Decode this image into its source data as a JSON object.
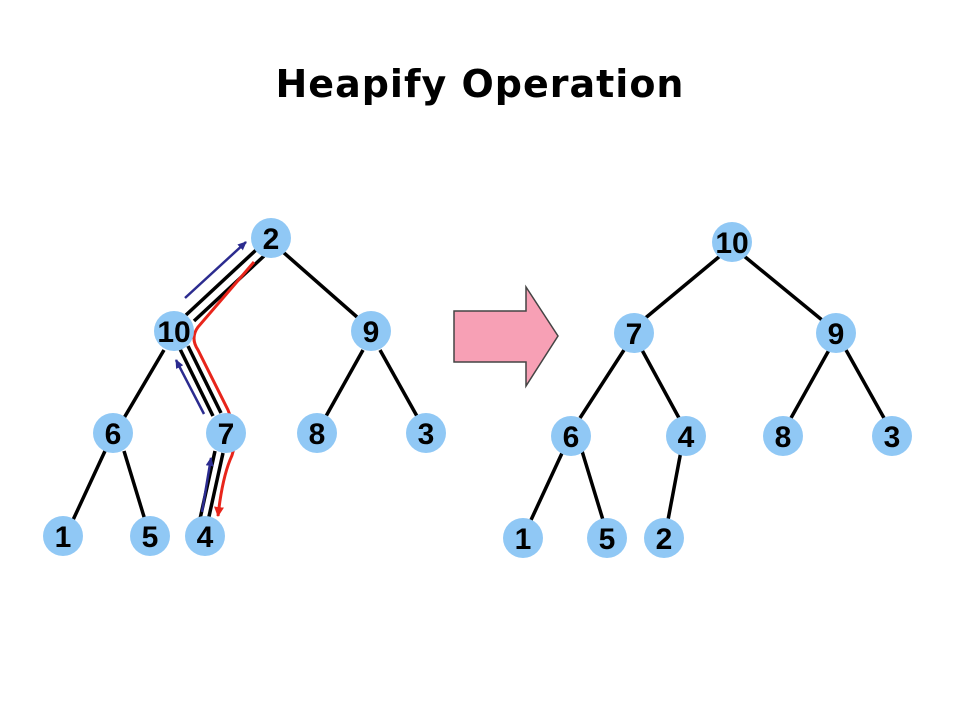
{
  "title": "Heapify Operation",
  "colors": {
    "node_fill": "#90c8f5",
    "edge": "#000000",
    "path_red": "#e8251b",
    "arrow_blue": "#2b2b8f",
    "big_arrow_fill": "#f7a0b5"
  },
  "before_tree": {
    "nodes": [
      {
        "id": "b0",
        "label": "2"
      },
      {
        "id": "b1",
        "label": "10"
      },
      {
        "id": "b2",
        "label": "9"
      },
      {
        "id": "b3",
        "label": "6"
      },
      {
        "id": "b4",
        "label": "7"
      },
      {
        "id": "b5",
        "label": "8"
      },
      {
        "id": "b6",
        "label": "3"
      },
      {
        "id": "b7",
        "label": "1"
      },
      {
        "id": "b8",
        "label": "5"
      },
      {
        "id": "b9",
        "label": "4"
      }
    ]
  },
  "after_tree": {
    "nodes": [
      {
        "id": "a0",
        "label": "10"
      },
      {
        "id": "a1",
        "label": "7"
      },
      {
        "id": "a2",
        "label": "9"
      },
      {
        "id": "a3",
        "label": "6"
      },
      {
        "id": "a4",
        "label": "4"
      },
      {
        "id": "a5",
        "label": "8"
      },
      {
        "id": "a6",
        "label": "3"
      },
      {
        "id": "a7",
        "label": "1"
      },
      {
        "id": "a8",
        "label": "5"
      },
      {
        "id": "a9",
        "label": "2"
      }
    ]
  }
}
